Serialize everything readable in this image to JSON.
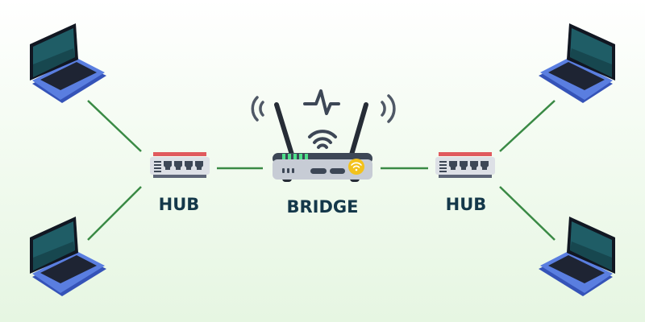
{
  "labels": {
    "hub_left": "HUB",
    "bridge": "BRIDGE",
    "hub_right": "HUB"
  },
  "colors": {
    "link": "#3a8a45",
    "hub_top": "#e05a5e",
    "hub_body": "#dde0e6",
    "device_dark": "#3d4756",
    "led": "#4fe08a",
    "badge": "#f3c21c",
    "label": "#14384a",
    "laptop_base": "#4666c9",
    "laptop_screen": "#1d5a63"
  },
  "icons": {
    "laptop": "laptop-icon",
    "hub": "hub-icon",
    "bridge": "router-icon",
    "wifi": "wifi-icon",
    "signal": "pulse-icon"
  }
}
